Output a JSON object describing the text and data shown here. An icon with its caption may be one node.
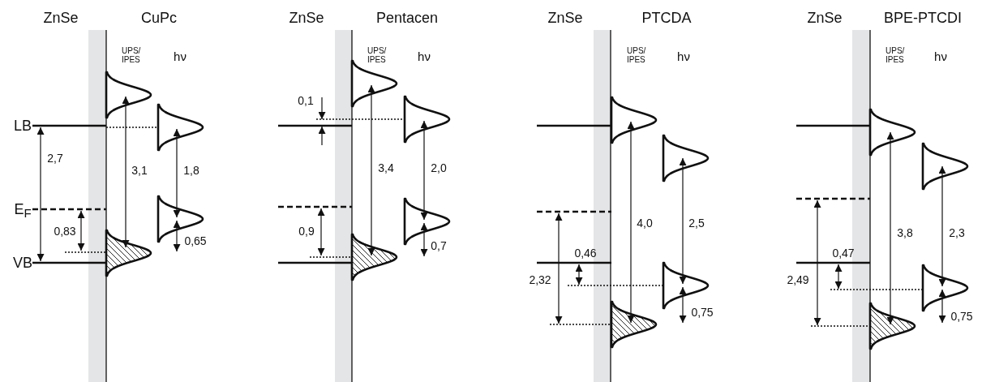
{
  "diagram": {
    "labels": [
      "ZnSe",
      "CuPc",
      "UPS/ IPES",
      "hν",
      "LB",
      "2,7",
      "3,1",
      "1,8",
      "E$_{F}$",
      "0,83",
      "VB",
      "0,65",
      "ZnSe",
      "Pentacen",
      "UPS/ IPES",
      "hν",
      "0,1",
      "3,4",
      "2,0",
      "0,9",
      "0,7",
      "ZnSe",
      "PTCDA",
      "UPS/ IPES",
      "hν",
      "4,0",
      "2,5",
      "0,46",
      "2,32",
      "0,75",
      "ZnSe",
      "BPE-PTCDI",
      "UPS/ IPES",
      "hν",
      "3,8",
      "2,3",
      "0,47",
      "2,49",
      "0,75"
    ]
  }
}
